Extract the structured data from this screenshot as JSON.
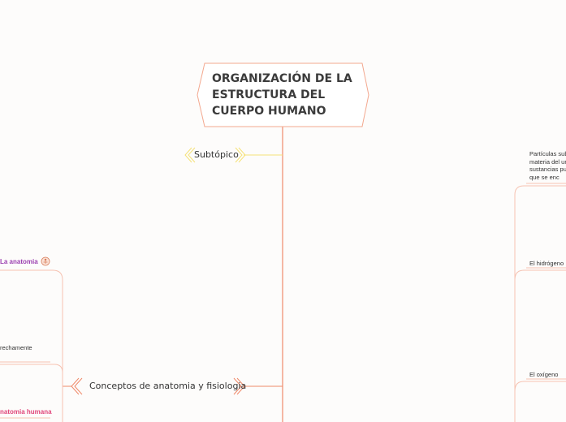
{
  "root": {
    "title": "ORGANIZACIÓN DE LA ESTRUCTURA DEL CUERPO HUMANO"
  },
  "topics": {
    "subtopico": "Subtópico",
    "conceptos": "Conceptos de anatomia y fisiologia"
  },
  "left_branch": {
    "la_anatomia": "La anatomia",
    "estrechamente": "rechamente",
    "anatomia_humana": "natomia humana"
  },
  "right_branch": {
    "particulas": "Partículas sub materia del ur sustancias pu las que se enc",
    "hidrogeno": "El hidrógeno",
    "oxigeno": "El oxígeno"
  },
  "colors": {
    "branch_line": "#f08a6a",
    "subtopic_line": "#f5e27a",
    "purple_text": "#9b3fb0",
    "pink_text": "#e0457a"
  },
  "icons": {
    "anatomy_icon": "anatomy-figure-icon"
  }
}
